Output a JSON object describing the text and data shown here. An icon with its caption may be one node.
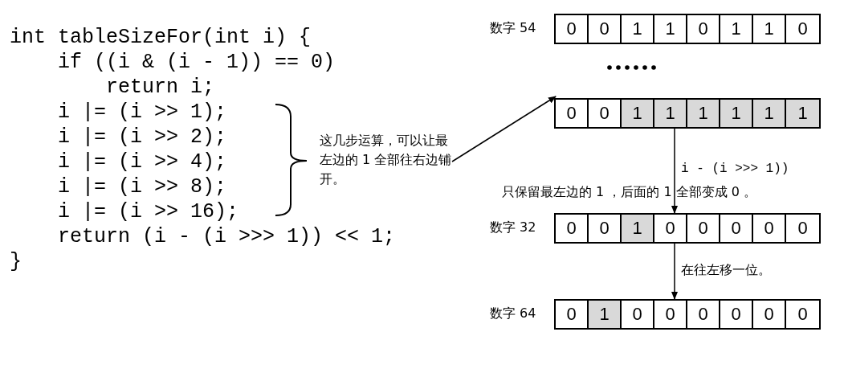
{
  "diagram": {
    "nodes": [
      {
        "text": [],
        "shape": "box",
        "beside": [
          "数字 54"
        ]
      },
      {
        "text": [
          "0"
        ],
        "in": 0
      },
      {
        "text": [
          "0"
        ],
        "in": 0
      },
      {
        "text": [
          "1"
        ],
        "in": 0
      },
      {
        "text": [
          "1"
        ],
        "in": 0
      },
      {
        "text": [
          "0"
        ],
        "in": 0
      },
      {
        "text": [
          "1"
        ],
        "in": 0
      },
      {
        "text": [
          "1"
        ],
        "in": 0
      },
      {
        "text": [
          "0"
        ],
        "in": 0
      },
      {
        "text": [],
        "shape": "box"
      },
      {
        "text": [
          "0"
        ],
        "in": 9
      },
      {
        "text": [
          "0"
        ],
        "in": 9
      },
      {
        "text": [
          "1"
        ],
        "in": 9
      },
      {
        "text": [
          "1"
        ],
        "in": 9
      },
      {
        "text": [
          "1"
        ],
        "in": 9
      },
      {
        "text": [
          "1"
        ],
        "in": 9
      },
      {
        "text": [
          "1"
        ],
        "in": 9
      },
      {
        "text": [
          "1"
        ],
        "in": 9
      },
      {
        "text": [],
        "shape": "box",
        "beside": [
          "数字 32"
        ]
      },
      {
        "text": [
          "0"
        ],
        "in": 18
      },
      {
        "text": [
          "0"
        ],
        "in": 18
      },
      {
        "text": [
          "1"
        ],
        "in": 18
      },
      {
        "text": [
          "0"
        ],
        "in": 18
      },
      {
        "text": [
          "0"
        ],
        "in": 18
      },
      {
        "text": [
          "0"
        ],
        "in": 18
      },
      {
        "text": [
          "0"
        ],
        "in": 18
      },
      {
        "text": [
          "0"
        ],
        "in": 18
      },
      {
        "text": [],
        "shape": "box",
        "beside": [
          "数字 64"
        ]
      },
      {
        "text": [
          "0"
        ],
        "in": 27
      },
      {
        "text": [
          "1"
        ],
        "in": 27
      },
      {
        "text": [
          "0"
        ],
        "in": 27
      },
      {
        "text": [
          "0"
        ],
        "in": 27
      },
      {
        "text": [
          "0"
        ],
        "in": 27
      },
      {
        "text": [
          "0"
        ],
        "in": 27
      },
      {
        "text": [
          "0"
        ],
        "in": 27
      },
      {
        "text": [
          "0"
        ],
        "in": 27
      },
      {
        "text": [
          "这几步运算，可以让最左边的 1 全部往右边铺开。"
        ]
      }
    ],
    "edges": [
      {
        "from": 36,
        "to": 9,
        "arrow": "to"
      },
      {
        "from": 9,
        "to": 18,
        "arrow": "to",
        "label": "i - (i >>> 1))"
      },
      {
        "from": 18,
        "to": 27,
        "arrow": "to",
        "label": "在往左移一位。"
      }
    ],
    "labels": [
      "int tableSizeFor(int i) {",
      "if ((i & (i - 1)) == 0)",
      "return i;",
      "i |= (i >> 1);",
      "i |= (i >> 2);",
      "i |= (i >> 4);",
      "i |= (i >> 8);",
      "i |= (i >> 16);",
      "return (i - (i >>> 1)) << 1;",
      "}",
      "只保留最左边的 1 ，后面的 1 全部变成 0 。"
    ]
  }
}
